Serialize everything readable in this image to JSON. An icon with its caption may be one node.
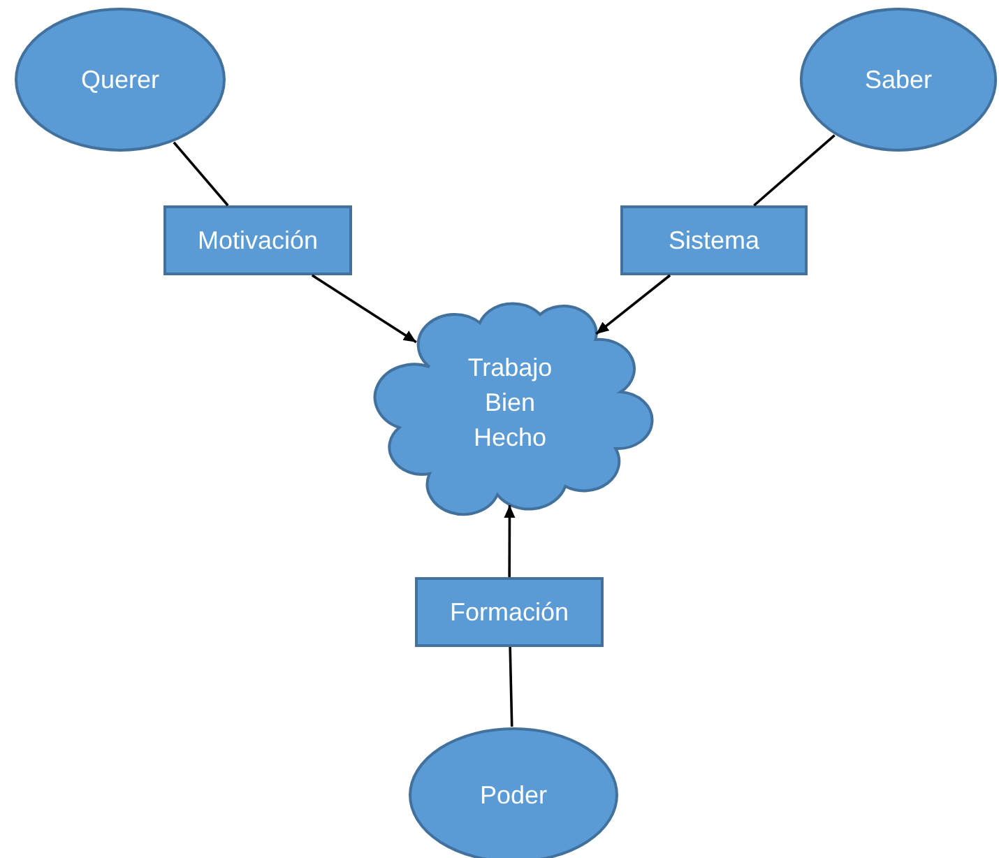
{
  "diagram": {
    "nodes": [
      {
        "text": [
          "Querer"
        ]
      },
      {
        "text": [
          "Saber"
        ]
      },
      {
        "text": [
          "Motivación"
        ]
      },
      {
        "text": [
          "Sistema"
        ]
      },
      {
        "text": [
          "Trabajo Bien Hecho"
        ]
      },
      {
        "text": [
          "Formación"
        ]
      },
      {
        "text": [
          "Poder"
        ]
      }
    ],
    "edges": [
      {
        "from": 0,
        "to": 2,
        "arrow": "none"
      },
      {
        "from": 2,
        "to": 4,
        "arrow": "to"
      },
      {
        "from": 1,
        "to": 3,
        "arrow": "none"
      },
      {
        "from": 3,
        "to": 4,
        "arrow": "to"
      },
      {
        "from": 6,
        "to": 5,
        "arrow": "none"
      },
      {
        "from": 5,
        "to": 4,
        "arrow": "to"
      }
    ]
  }
}
